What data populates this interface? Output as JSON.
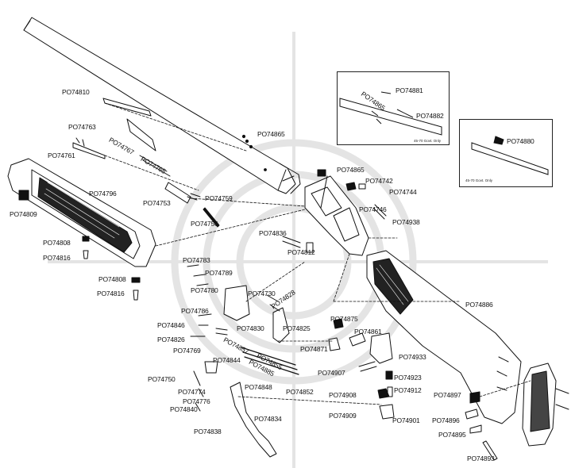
{
  "diagram": {
    "parts": [
      {
        "id": "p1",
        "label": "PO74810"
      },
      {
        "id": "p2",
        "label": "PO74763"
      },
      {
        "id": "p3",
        "label": "PO74767"
      },
      {
        "id": "p4",
        "label": "PO74761"
      },
      {
        "id": "p5",
        "label": "PO74765"
      },
      {
        "id": "p6",
        "label": "PO74865"
      },
      {
        "id": "p7",
        "label": "PO74796"
      },
      {
        "id": "p8",
        "label": "PO74753"
      },
      {
        "id": "p9",
        "label": "PO74759"
      },
      {
        "id": "p10",
        "label": "PO74756"
      },
      {
        "id": "p11",
        "label": "PO74809"
      },
      {
        "id": "p12",
        "label": "PO74808"
      },
      {
        "id": "p13",
        "label": "PO74816"
      },
      {
        "id": "p14",
        "label": "PO74808"
      },
      {
        "id": "p15",
        "label": "PO74816"
      },
      {
        "id": "p16",
        "label": "PO74881"
      },
      {
        "id": "p17",
        "label": "PO74865"
      },
      {
        "id": "p18",
        "label": "PO74882"
      },
      {
        "id": "p19",
        "label": "PO74880"
      },
      {
        "id": "p20",
        "label": "PO74865"
      },
      {
        "id": "p21",
        "label": "PO74742"
      },
      {
        "id": "p22",
        "label": "PO74744"
      },
      {
        "id": "p23",
        "label": "PO74746"
      },
      {
        "id": "p24",
        "label": "PO74938"
      },
      {
        "id": "p25",
        "label": "PO74836"
      },
      {
        "id": "p26",
        "label": "PO74812"
      },
      {
        "id": "p27",
        "label": "PO74783"
      },
      {
        "id": "p28",
        "label": "PO74789"
      },
      {
        "id": "p29",
        "label": "PO74780"
      },
      {
        "id": "p30",
        "label": "PO74730"
      },
      {
        "id": "p31",
        "label": "PO74786"
      },
      {
        "id": "p32",
        "label": "PO74828"
      },
      {
        "id": "p33",
        "label": "PO74846"
      },
      {
        "id": "p34",
        "label": "PO74830"
      },
      {
        "id": "p35",
        "label": "PO74825"
      },
      {
        "id": "p36",
        "label": "PO74826"
      },
      {
        "id": "p37",
        "label": "PO74857"
      },
      {
        "id": "p38",
        "label": "PO74769"
      },
      {
        "id": "p39",
        "label": "PO74844"
      },
      {
        "id": "p40",
        "label": "PO74855"
      },
      {
        "id": "p41",
        "label": "PO74885"
      },
      {
        "id": "p42",
        "label": "PO74750"
      },
      {
        "id": "p43",
        "label": "PO74848"
      },
      {
        "id": "p44",
        "label": "PO74774"
      },
      {
        "id": "p45",
        "label": "PO74852"
      },
      {
        "id": "p46",
        "label": "PO74776"
      },
      {
        "id": "p47",
        "label": "PO74840"
      },
      {
        "id": "p48",
        "label": "PO74834"
      },
      {
        "id": "p49",
        "label": "PO74838"
      },
      {
        "id": "p50",
        "label": "PO74875"
      },
      {
        "id": "p51",
        "label": "PO74861"
      },
      {
        "id": "p52",
        "label": "PO74871"
      },
      {
        "id": "p53",
        "label": "PO74933"
      },
      {
        "id": "p54",
        "label": "PO74907"
      },
      {
        "id": "p55",
        "label": "PO74923"
      },
      {
        "id": "p56",
        "label": "PO74908"
      },
      {
        "id": "p57",
        "label": "PO74912"
      },
      {
        "id": "p58",
        "label": "PO74909"
      },
      {
        "id": "p59",
        "label": "PO74901"
      },
      {
        "id": "p60",
        "label": "PO74886"
      },
      {
        "id": "p61",
        "label": "PO74897"
      },
      {
        "id": "p62",
        "label": "PO74896"
      },
      {
        "id": "p63",
        "label": "PO74895"
      },
      {
        "id": "p64",
        "label": "PO74893"
      }
    ],
    "insets": [
      {
        "id": "i1",
        "note": "45-70 Govt. Only"
      },
      {
        "id": "i2",
        "note": "45-70 Govt. Only"
      }
    ],
    "colors": {
      "ink": "#111111",
      "watermark": "#e6e6e6",
      "paper": "#ffffff"
    }
  }
}
